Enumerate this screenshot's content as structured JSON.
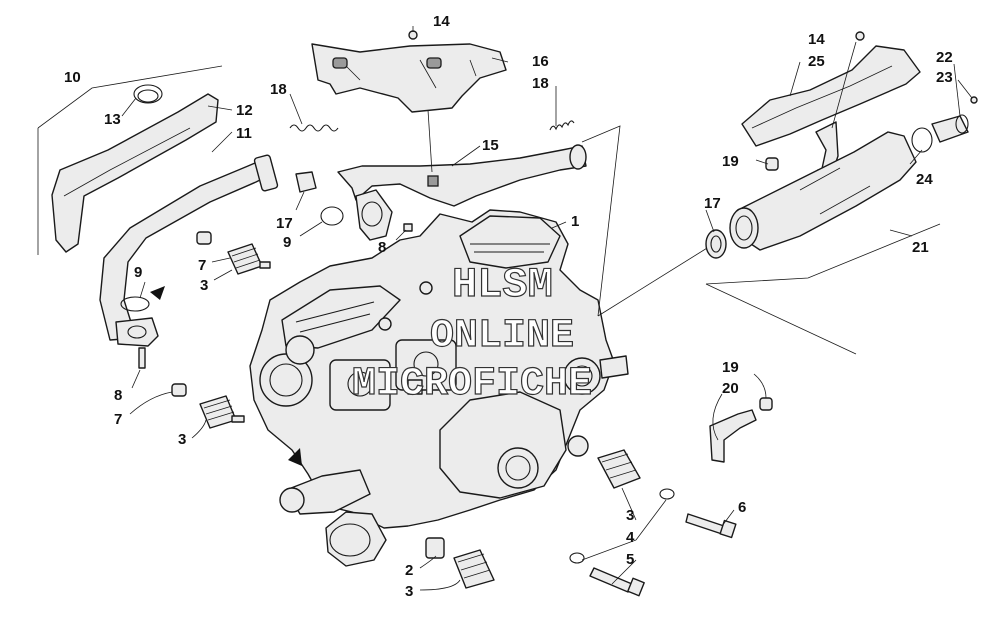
{
  "watermark": {
    "line1": "HLSM",
    "line2": "ONLINE",
    "line3": "MICROFICHE"
  },
  "callouts": {
    "c1": "1",
    "c2": "2",
    "c3a": "3",
    "c3b": "3",
    "c3c": "3",
    "c3d": "3",
    "c4": "4",
    "c5": "5",
    "c6": "6",
    "c7a": "7",
    "c7b": "7",
    "c8a": "8",
    "c8b": "8",
    "c9a": "9",
    "c9b": "9",
    "c10": "10",
    "c11": "11",
    "c12": "12",
    "c13": "13",
    "c14a": "14",
    "c14b": "14",
    "c15": "15",
    "c16": "16",
    "c17a": "17",
    "c17b": "17",
    "c18a": "18",
    "c18b": "18",
    "c19a": "19",
    "c19b": "19",
    "c20": "20",
    "c21": "21",
    "c22": "22",
    "c23": "23",
    "c24": "24",
    "c25": "25"
  }
}
